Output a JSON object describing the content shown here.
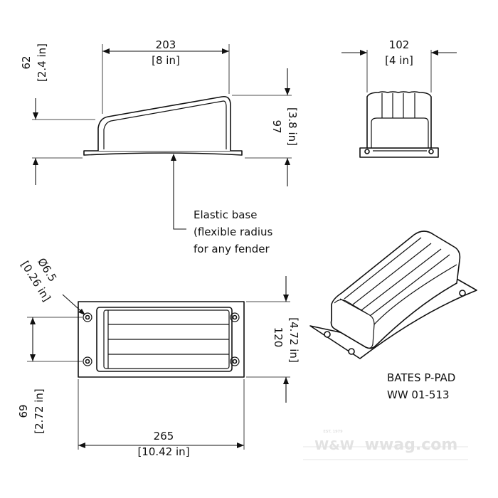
{
  "views": {
    "side": {
      "width_mm": "203",
      "width_in": "[8 in]",
      "front_h_mm": "62",
      "front_h_in": "[2.4 in]",
      "rear_h_mm": "97",
      "rear_h_in": "[3.8 in]"
    },
    "end": {
      "width_mm": "102",
      "width_in": "[4 in]"
    },
    "top": {
      "hole_mm": "Ø6.5",
      "hole_in": "[0.26 in]",
      "hole_spacing_mm": "120",
      "hole_spacing_in": "[4.72 in]",
      "depth_mm": "69",
      "depth_in": "[2.72 in]",
      "length_mm": "265",
      "length_in": "[10.42 in]"
    }
  },
  "callout": {
    "line1": "Elastic base",
    "line2": "(flexible radius",
    "line3": "for any fender"
  },
  "product": {
    "name": "BATES P-PAD",
    "code": "WW 01-513"
  },
  "watermark": {
    "brand": "W&W",
    "site": "wwag.com",
    "est": "EST. 1979"
  }
}
